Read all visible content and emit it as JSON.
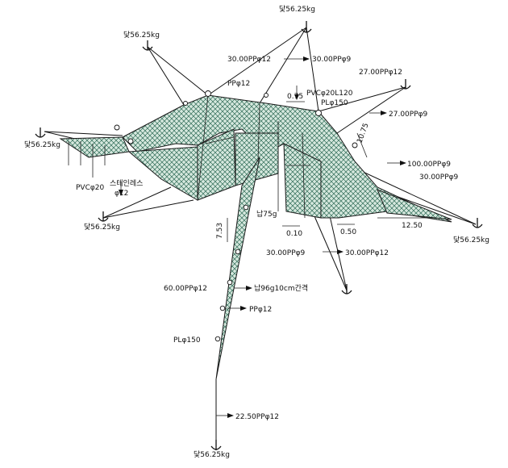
{
  "labels": {
    "anchor_top": "닻56.25kg",
    "anchor_upper_left": "닻56.25kg",
    "anchor_left": "닻56.25kg",
    "anchor_lower_left": "닻56.25kg",
    "anchor_right": "닻56.25kg",
    "anchor_bottom": "닻56.25kg",
    "rope_top_left": "30.00PPφ12",
    "rope_top_right": "30.00PPφ9",
    "rope_right_upper": "27.00PPφ12",
    "rope_right_mid": "27.00PPφ9",
    "pp_top": "PPφ12",
    "pvc_top": "PVCφ20L120",
    "pl_top": "PLφ150",
    "dim_075": "0.75",
    "dim_1075": "10.75",
    "rope_100": "100.00PPφ9",
    "rope_30_right": "30.00PPφ9",
    "dim_1250": "12.50",
    "pvc_left": "PVCφ20",
    "stainless": "스테인레스",
    "phi12": "φ12",
    "sinker_75": "납75g",
    "dim_010": "0.10",
    "dim_050": "0.50",
    "dim_753": "7.53",
    "rope_bottom_left": "30.00PPφ9",
    "rope_bottom_right": "30.00PPφ12",
    "rope_60": "60.00PPφ12",
    "sinker_96": "납96g10cm간격",
    "pp_mid": "PPφ12",
    "pl_lower": "PLφ150",
    "rope_225": "22.50PPφ12"
  },
  "colors": {
    "net_fill": "#cfe3d9",
    "net_line": "#2f6b57"
  },
  "icons": [
    "anchor-icon",
    "float-icon",
    "arrow-icon"
  ]
}
